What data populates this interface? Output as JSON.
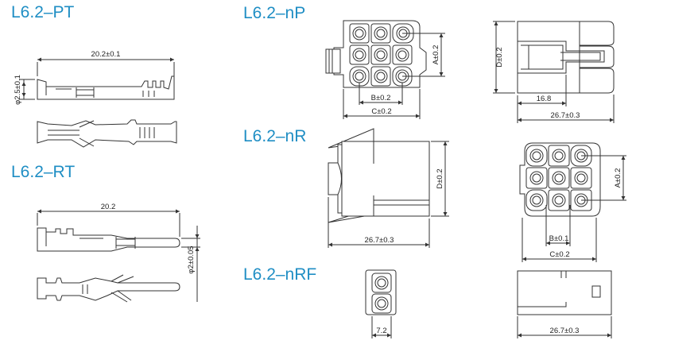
{
  "colors": {
    "title": "#1f8ec4",
    "line": "#333333",
    "fill": "#ffffff"
  },
  "titles": {
    "pt": "L6.2–PT",
    "rt": "L6.2–RT",
    "np": "L6.2–nP",
    "nr": "L6.2–nR",
    "nrf": "L6.2–nRF"
  },
  "dims": {
    "pt_length": "20.2±0.1",
    "pt_diameter": "φ2.5±0.1",
    "rt_length": "20.2",
    "rt_diameter": "φ2±0.05",
    "np_a": "A±0.2",
    "np_b": "B±0.2",
    "np_c": "C±0.2",
    "np_d": "D±0.2",
    "np_16": "16.8",
    "np_length": "26.7±0.3",
    "nr_d": "D±0.2",
    "nr_length": "26.7±0.3",
    "nr_a": "A±0.2",
    "nr_b": "B±0.1",
    "nr_c": "C±0.2",
    "nrf_width": "7.2",
    "nrf_length": "26.7±0.3"
  }
}
